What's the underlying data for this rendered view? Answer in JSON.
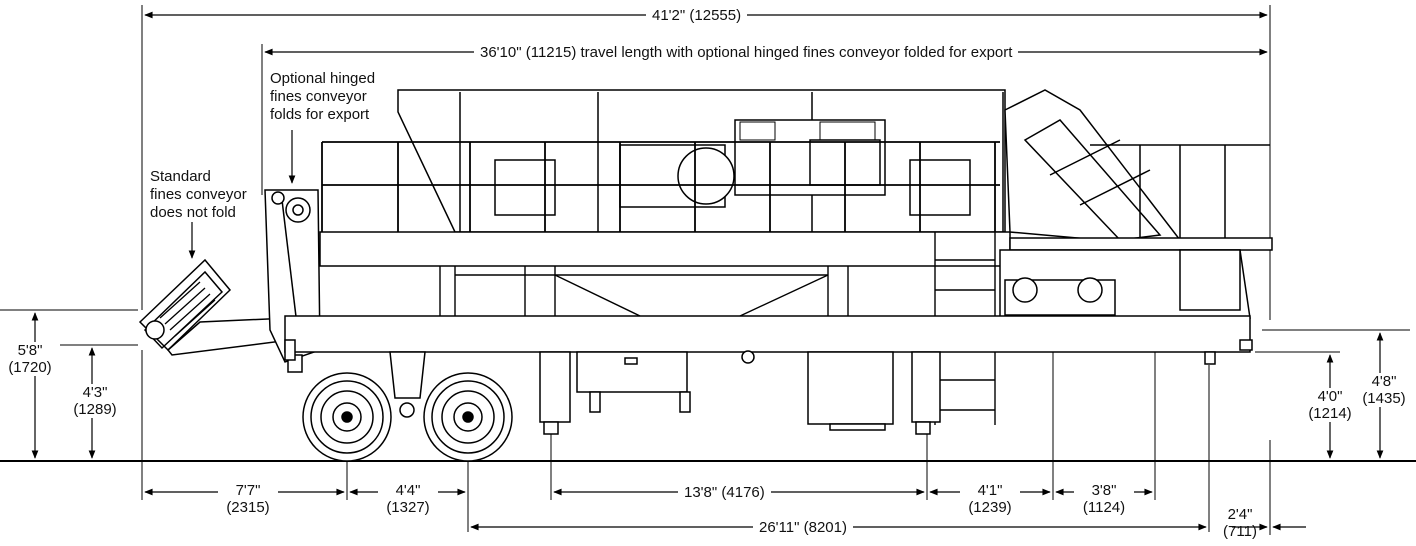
{
  "dimensions": {
    "overall_length": "41'2\" (12555)",
    "travel_length": "36'10\" (11215) travel length with optional hinged fines conveyor folded for export",
    "left_height_a": "5'8\"",
    "left_height_a_mm": "(1720)",
    "left_height_b": "4'3\"",
    "left_height_b_mm": "(1289)",
    "right_height_a": "4'8\"",
    "right_height_a_mm": "(1435)",
    "right_height_b": "4'0\"",
    "right_height_b_mm": "(1214)",
    "b1": "7'7\"",
    "b1_mm": "(2315)",
    "b2": "4'4\"",
    "b2_mm": "(1327)",
    "b3": "13'8\" (4176)",
    "b4": "4'1\"",
    "b4_mm": "(1239)",
    "b5": "3'8\"",
    "b5_mm": "(1124)",
    "b6": "26'11\" (8201)",
    "b7": "2'4\"",
    "b7_mm": "(711)"
  },
  "notes": {
    "optional_conveyor": [
      "Optional hinged",
      "fines conveyor",
      "folds for export"
    ],
    "standard_conveyor": [
      "Standard",
      "fines conveyor",
      "does not fold"
    ]
  }
}
